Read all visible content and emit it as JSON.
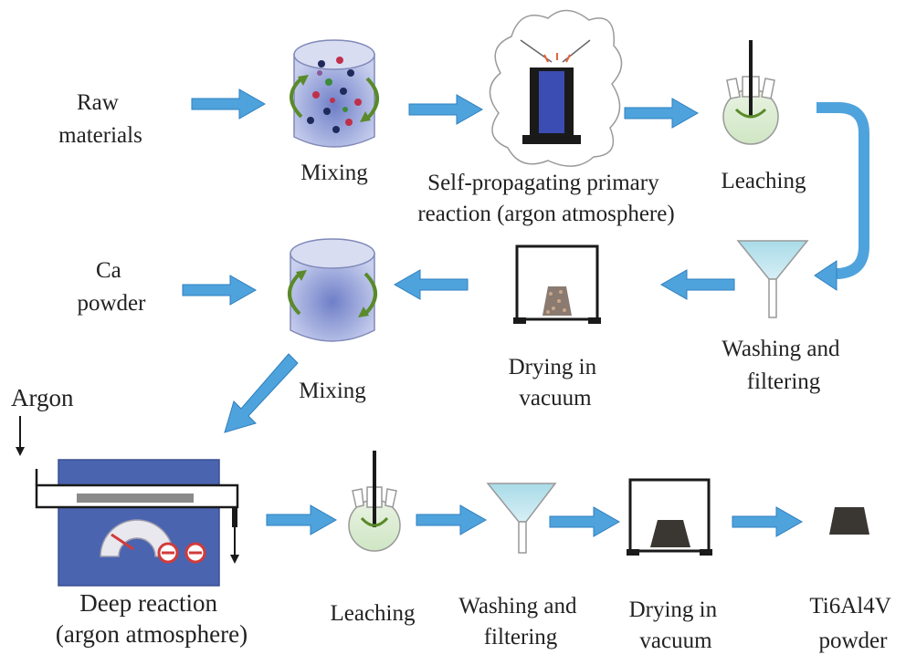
{
  "colors": {
    "arrow": "#4fa3dc",
    "arrow_edge": "#2f7fbf",
    "furnace": "#4a64b0",
    "cylinder_blue": "#9aa6d6",
    "green_arrow": "#5a8a2a",
    "dark": "#222222",
    "furnace_red": "#d23a3a"
  },
  "labels": {
    "raw_materials": [
      "Raw",
      "materials"
    ],
    "mixing_1": "Mixing",
    "self_propagating": [
      "Self-propagating primary",
      "reaction (argon atmosphere)"
    ],
    "leaching_1": "Leaching",
    "washing_filtering_1": [
      "Washing and",
      "filtering"
    ],
    "drying_vacuum_1": [
      "Drying in",
      "vacuum"
    ],
    "ca_powder": [
      "Ca",
      "powder"
    ],
    "mixing_2": "Mixing",
    "argon": "Argon",
    "deep_reaction": [
      "Deep reaction",
      "(argon atmosphere)"
    ],
    "leaching_2": "Leaching",
    "washing_filtering_2": [
      "Washing and",
      "filtering"
    ],
    "drying_vacuum_2": [
      "Drying in",
      "vacuum"
    ],
    "product": [
      "Ti6Al4V",
      "powder"
    ]
  },
  "icons": {
    "mixer": "mixing-cylinder-icon",
    "reactor": "crucible-reactor-icon",
    "flask": "three-neck-flask-icon",
    "funnel": "filter-funnel-icon",
    "oven": "vacuum-oven-icon",
    "furnace": "tube-furnace-icon",
    "product": "powder-pile-icon"
  }
}
